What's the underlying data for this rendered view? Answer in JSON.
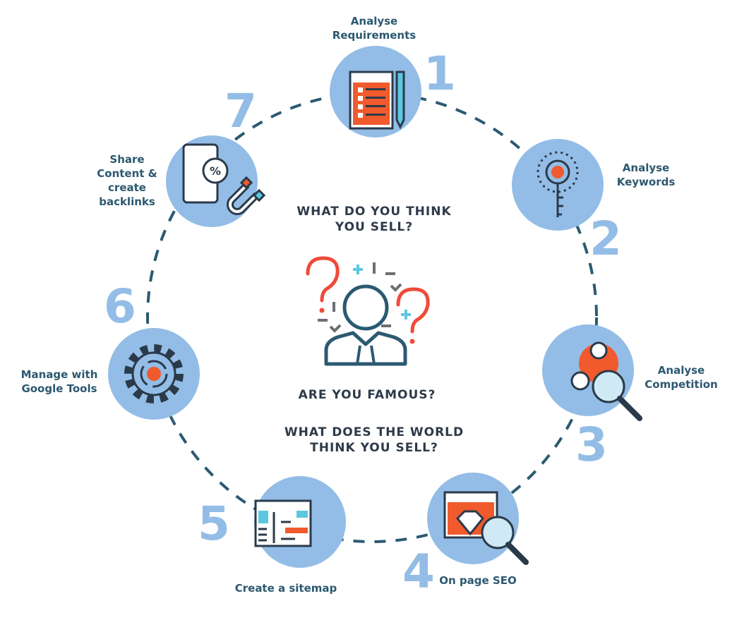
{
  "colors": {
    "circle": "#93bde6",
    "dark": "#2b5a72",
    "accent": "#f05a2c",
    "cyan": "#5cc8e0",
    "number": "#93bde6"
  },
  "center": {
    "q1": "WHAT DO YOU THINK YOU SELL?",
    "q2": "ARE YOU FAMOUS?",
    "q3": "WHAT DOES THE WORLD THINK YOU SELL?"
  },
  "steps": [
    {
      "num": "1",
      "label": "Analyse Requirements",
      "icon": "checklist-icon"
    },
    {
      "num": "2",
      "label": "Analyse Keywords",
      "icon": "key-icon"
    },
    {
      "num": "3",
      "label": "Analyse Competition",
      "icon": "users-magnifier-icon"
    },
    {
      "num": "4",
      "label": "On page SEO",
      "icon": "diamond-magnifier-icon"
    },
    {
      "num": "5",
      "label": "Create a sitemap",
      "icon": "sitemap-icon"
    },
    {
      "num": "6",
      "label": "Manage with Google Tools",
      "icon": "gear-icon"
    },
    {
      "num": "7",
      "label": "Share Content & create backlinks",
      "icon": "phone-magnet-icon"
    }
  ]
}
